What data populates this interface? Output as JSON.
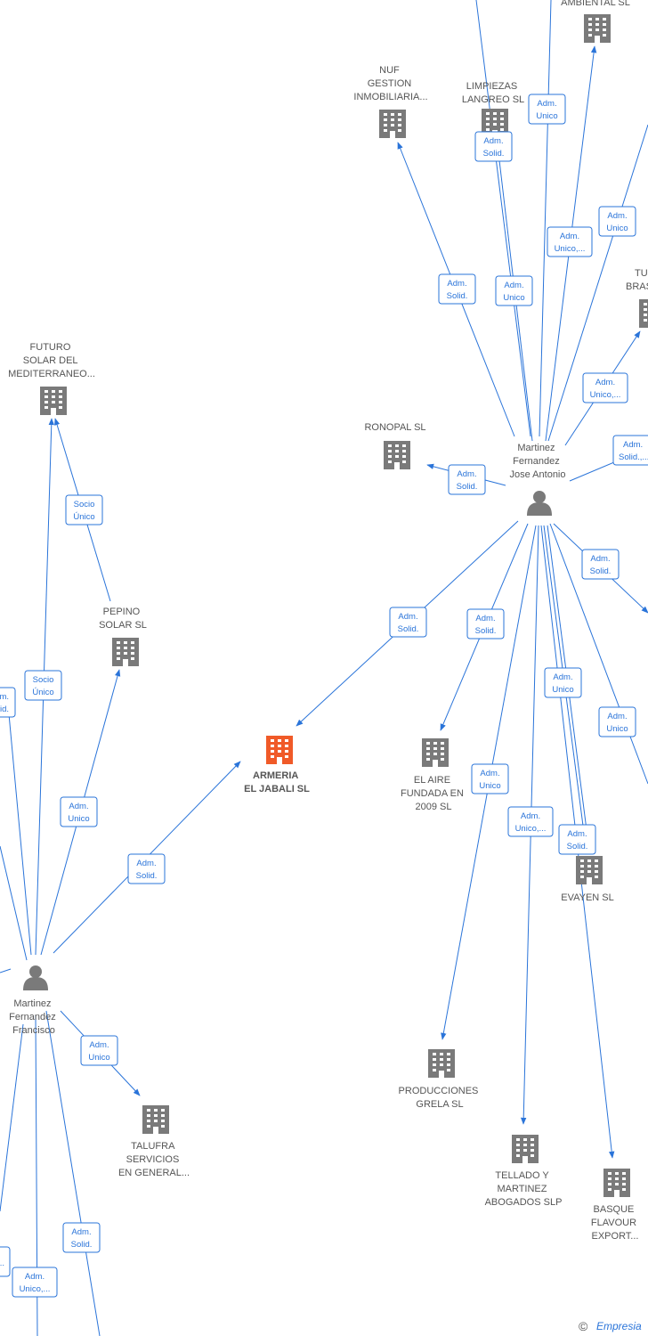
{
  "colors": {
    "edge": "#2a74d9",
    "building": "#7a7a7a",
    "focus_building": "#f05a28",
    "person": "#7a7a7a",
    "label": "#555555"
  },
  "nodes": [
    {
      "id": "ambiental",
      "type": "company",
      "lines": [
        "AMBIENTAL SL"
      ]
    },
    {
      "id": "nuf",
      "type": "company",
      "lines": [
        "NUF",
        "GESTION",
        "INMOBILIARIA..."
      ]
    },
    {
      "id": "limpiezas",
      "type": "company",
      "lines": [
        "LIMPIEZAS",
        "LANGREO SL"
      ]
    },
    {
      "id": "tu",
      "type": "company",
      "lines": [
        "TU",
        "BRAS"
      ]
    },
    {
      "id": "futuro",
      "type": "company",
      "lines": [
        "FUTURO",
        "SOLAR DEL",
        "MEDITERRANEO..."
      ]
    },
    {
      "id": "ronopal",
      "type": "company",
      "lines": [
        "RONOPAL SL"
      ]
    },
    {
      "id": "jose",
      "type": "person",
      "lines": [
        "Martinez",
        "Fernandez",
        "Jose Antonio"
      ]
    },
    {
      "id": "pepino",
      "type": "company",
      "lines": [
        "PEPINO",
        "SOLAR SL"
      ]
    },
    {
      "id": "armeria",
      "type": "focus",
      "lines": [
        "ARMERIA",
        "EL JABALI SL"
      ]
    },
    {
      "id": "elaire",
      "type": "company",
      "lines": [
        "EL AIRE",
        "FUNDADA EN",
        "2009 SL"
      ]
    },
    {
      "id": "evayen",
      "type": "company",
      "lines": [
        "EVAYEN SL"
      ]
    },
    {
      "id": "francisco",
      "type": "person",
      "lines": [
        "Martinez",
        "Fernandez",
        "Francisco"
      ]
    },
    {
      "id": "talufra",
      "type": "company",
      "lines": [
        "TALUFRA",
        "SERVICIOS",
        "EN GENERAL..."
      ]
    },
    {
      "id": "producciones",
      "type": "company",
      "lines": [
        "PRODUCCIONES",
        "GRELA SL"
      ]
    },
    {
      "id": "tellado",
      "type": "company",
      "lines": [
        "TELLADO Y",
        "MARTINEZ",
        "ABOGADOS SLP"
      ]
    },
    {
      "id": "basque",
      "type": "company",
      "lines": [
        "BASQUE",
        "FLAVOUR",
        "EXPORT..."
      ]
    }
  ],
  "edges": [
    {
      "lines": [
        "Adm.",
        "Unico"
      ]
    },
    {
      "lines": [
        "Adm.",
        "Solid."
      ]
    },
    {
      "lines": [
        "Adm.",
        "Unico"
      ]
    },
    {
      "lines": [
        "Adm.",
        "Unico,..."
      ]
    },
    {
      "lines": [
        "Adm.",
        "Solid."
      ]
    },
    {
      "lines": [
        "Adm.",
        "Unico"
      ]
    },
    {
      "lines": [
        "Adm.",
        "Unico,..."
      ]
    },
    {
      "lines": [
        "Adm.",
        "Solid.,..."
      ]
    },
    {
      "lines": [
        "Adm.",
        "Solid."
      ]
    },
    {
      "lines": [
        "Adm.",
        "Solid."
      ]
    },
    {
      "lines": [
        "Adm.",
        "Solid."
      ]
    },
    {
      "lines": [
        "Adm.",
        "Solid."
      ]
    },
    {
      "lines": [
        "Adm.",
        "Unico"
      ]
    },
    {
      "lines": [
        "Adm.",
        "Unico"
      ]
    },
    {
      "lines": [
        "Adm.",
        "Unico"
      ]
    },
    {
      "lines": [
        "Adm.",
        "Unico,..."
      ]
    },
    {
      "lines": [
        "Adm.",
        "Solid."
      ]
    },
    {
      "lines": [
        "Adm.",
        "Unico"
      ]
    },
    {
      "lines": [
        "Adm.",
        "Solid."
      ]
    },
    {
      "lines": [
        "Socio",
        "Único"
      ]
    },
    {
      "lines": [
        "Socio",
        "Único"
      ]
    },
    {
      "lines": [
        "Adm.",
        "Unico"
      ]
    },
    {
      "lines": [
        "Adm.",
        "Solid."
      ]
    },
    {
      "lines": [
        "Adm.",
        "Unico,..."
      ]
    },
    {
      "lines": [
        "m.",
        "lid."
      ]
    },
    {
      "lines": [
        "..."
      ]
    }
  ],
  "watermark": {
    "symbol": "©",
    "text": "Empresia"
  }
}
